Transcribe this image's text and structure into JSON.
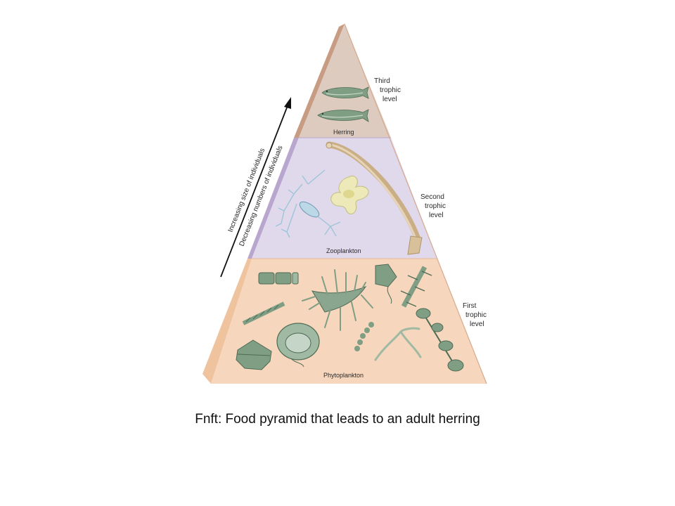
{
  "pyramid": {
    "levels": [
      {
        "label_lines": [
          "Third",
          "trophic",
          "level"
        ],
        "band_label": "Herring"
      },
      {
        "label_lines": [
          "Second",
          "trophic",
          "level"
        ],
        "band_label": "Zooplankton"
      },
      {
        "label_lines": [
          "First",
          "trophic",
          "level"
        ],
        "band_label": "Phytoplankton"
      }
    ],
    "arrow_labels": [
      "Increasing size of individuals",
      "Decreasing numbers of individuals"
    ]
  },
  "caption": "Fnft: Food pyramid that leads to an adult herring",
  "colors": {
    "third_level": "#ddcbbf",
    "second_level": "#e0d9ec",
    "first_level": "#f6d6bd",
    "organism": "#7f9e84"
  }
}
